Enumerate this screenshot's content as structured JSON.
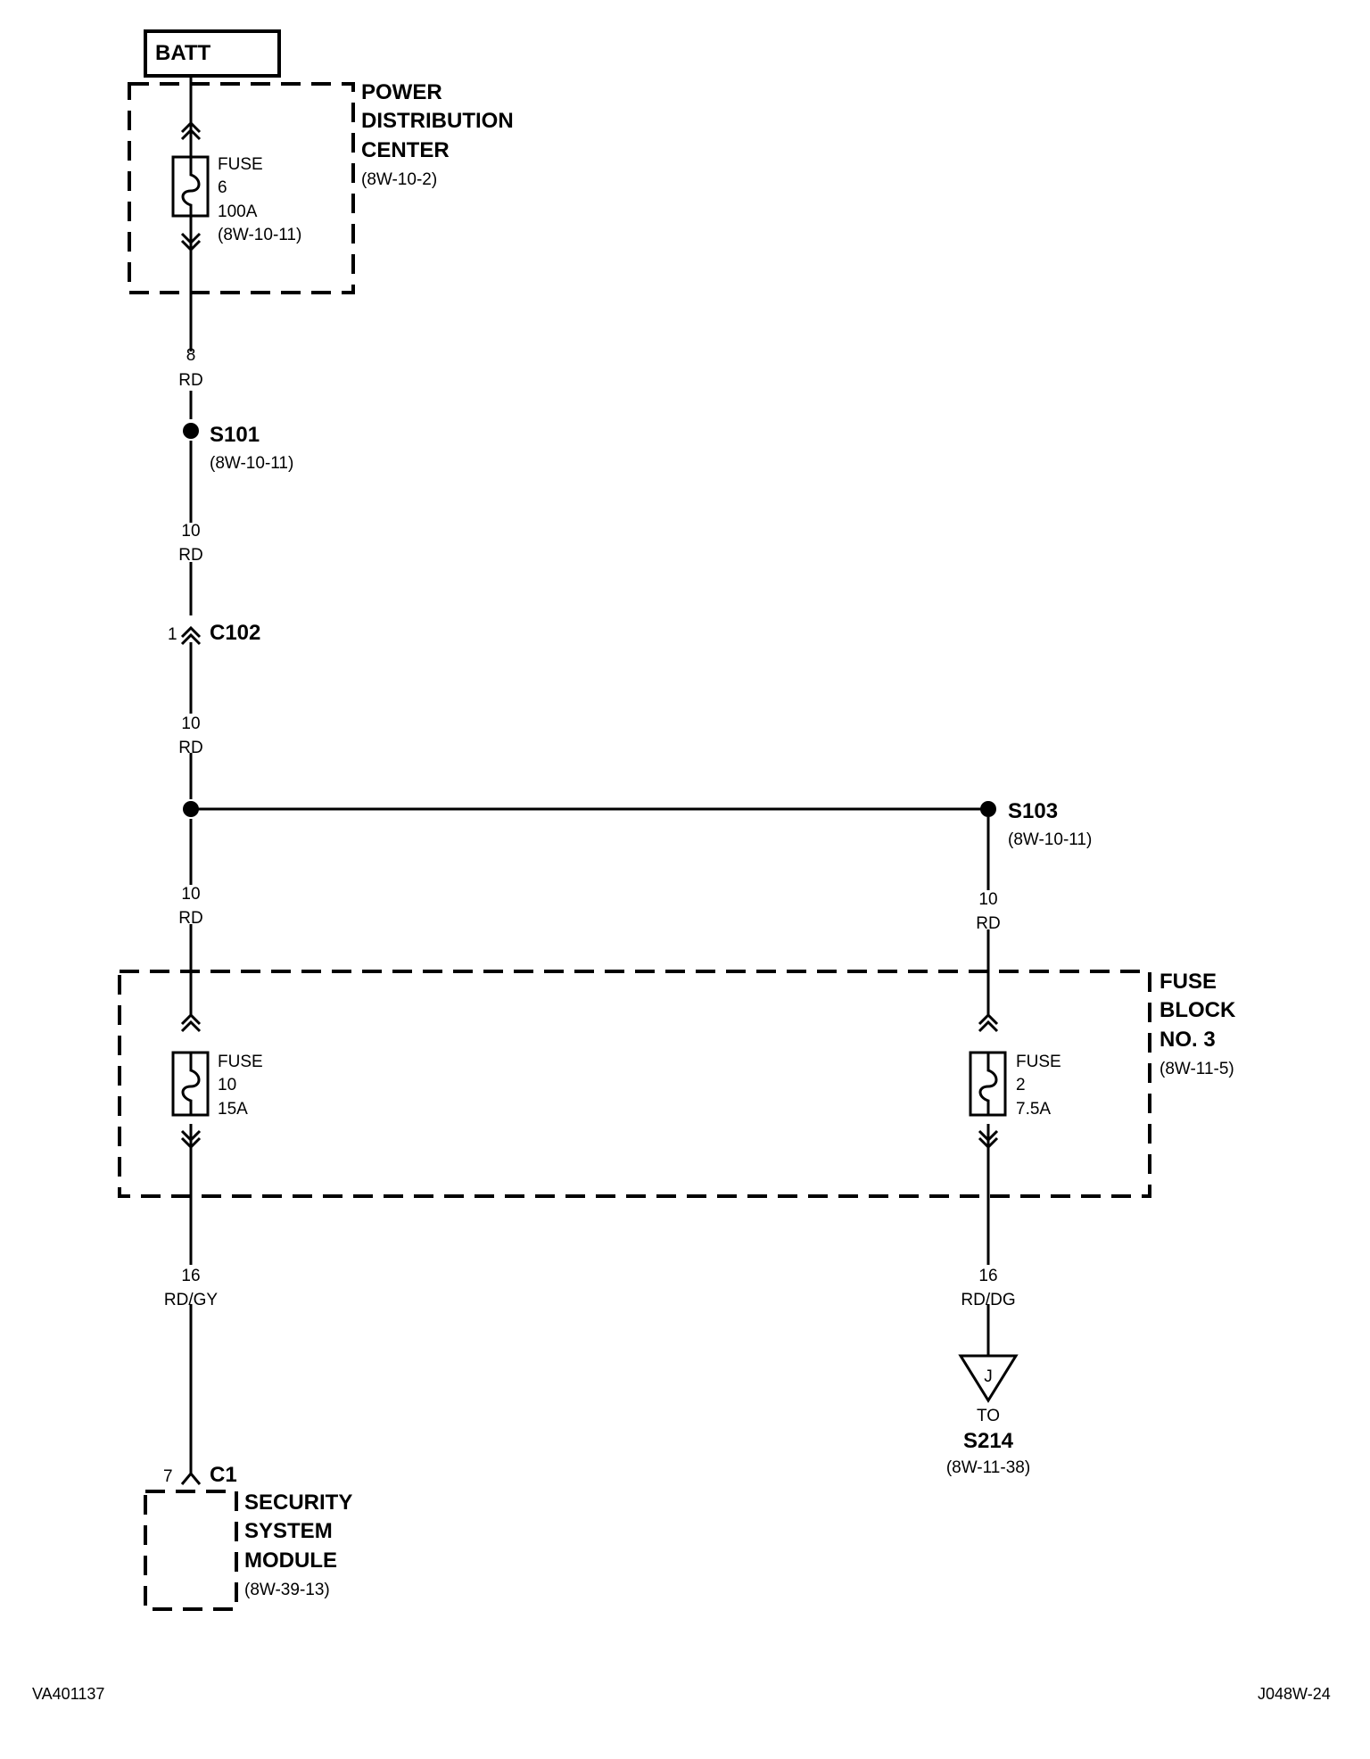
{
  "battery": {
    "label": "BATT"
  },
  "pdc": {
    "title_line1": "POWER",
    "title_line2": "DISTRIBUTION",
    "title_line3": "CENTER",
    "ref": "(8W-10-2)",
    "fuse": {
      "label": "FUSE",
      "number": "6",
      "rating": "100A",
      "ref": "(8W-10-11)"
    }
  },
  "wire1": {
    "gauge": "8",
    "color": "RD"
  },
  "s101": {
    "label": "S101",
    "ref": "(8W-10-11)"
  },
  "wire2": {
    "gauge": "10",
    "color": "RD"
  },
  "c102": {
    "pin": "1",
    "label": "C102"
  },
  "wire3": {
    "gauge": "10",
    "color": "RD"
  },
  "s103": {
    "label": "S103",
    "ref": "(8W-10-11)"
  },
  "wire4": {
    "gauge": "10",
    "color": "RD"
  },
  "wire5": {
    "gauge": "10",
    "color": "RD"
  },
  "fuse_block": {
    "title_line1": "FUSE",
    "title_line2": "BLOCK",
    "title_line3": "NO. 3",
    "ref": "(8W-11-5)",
    "fuse_a": {
      "label": "FUSE",
      "number": "10",
      "rating": "15A"
    },
    "fuse_b": {
      "label": "FUSE",
      "number": "2",
      "rating": "7.5A"
    }
  },
  "wire6": {
    "gauge": "16",
    "color": "RD/GY"
  },
  "wire7": {
    "gauge": "16",
    "color": "RD/DG"
  },
  "connector_j": {
    "letter": "J",
    "to": "TO",
    "target": "S214",
    "ref": "(8W-11-38)"
  },
  "c1": {
    "pin": "7",
    "label": "C1"
  },
  "ssm": {
    "title_line1": "SECURITY",
    "title_line2": "SYSTEM",
    "title_line3": "MODULE",
    "ref": "(8W-39-13)"
  },
  "footer": {
    "left": "VA401137",
    "right": "J048W-24"
  }
}
